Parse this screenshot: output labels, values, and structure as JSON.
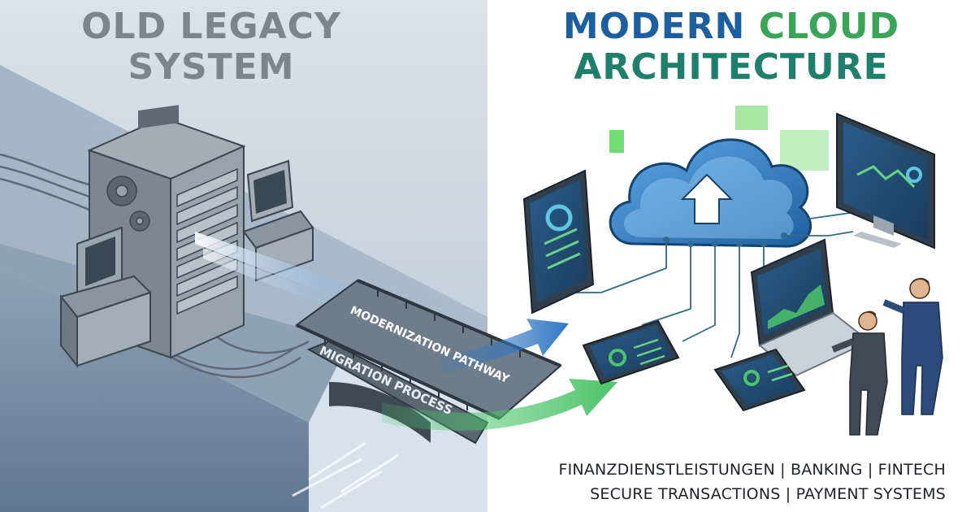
{
  "legacy": {
    "title_line_1": "OLD LEGACY",
    "title_line_2": "SYSTEM"
  },
  "cloud": {
    "title_word_1": "MODERN",
    "title_word_2": "CLOUD",
    "title_line_2": "ARCHITECTURE"
  },
  "bridge": {
    "label_upper": "MODERNIZATION PATHWAY",
    "label_lower": "MIGRATION PROCESS"
  },
  "tagline": {
    "line_1": "FINANZDIENSTLEISTUNGEN | BANKING | FINTECH",
    "line_2": "SECURE TRANSACTIONS | PAYMENT SYSTEMS"
  },
  "colors": {
    "legacy_bg": "#c9d4de",
    "legacy_title": "#7c858d",
    "cloud_blue": "#1b5fa0",
    "cloud_green": "#3aa558",
    "cloud_teal": "#1f7f6d",
    "arrow_green": "#4cc46a",
    "arrow_blue": "#2f76c3"
  },
  "icons": [
    "gear-icon",
    "cloud-upload-icon",
    "tablet-icon",
    "laptop-icon",
    "monitor-icon",
    "server-rack-icon",
    "crt-computer-icon",
    "person-icon"
  ]
}
